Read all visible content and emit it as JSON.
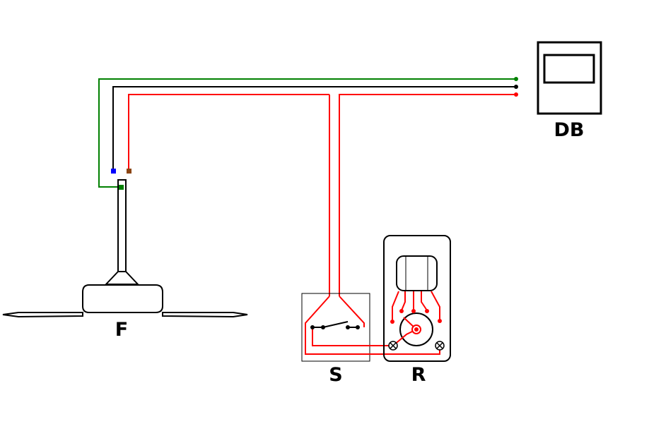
{
  "labels": {
    "fan": "F",
    "switch": "S",
    "regulator": "R",
    "distribution_board": "DB"
  },
  "wire_colors": {
    "earth": "#008000",
    "neutral": "#000000",
    "phase": "#ff0000",
    "neutral_terminal": "#0000ff",
    "phase_terminal": "#8b4513"
  }
}
